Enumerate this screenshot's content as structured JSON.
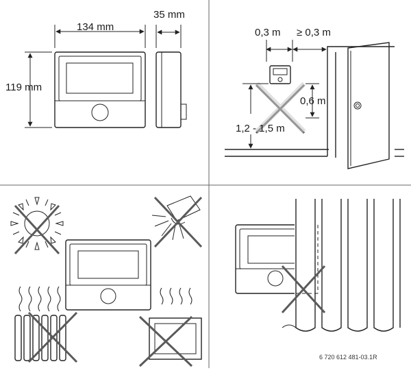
{
  "labels": {
    "width": "134 mm",
    "depth": "35 mm",
    "height": "119 mm",
    "clearance_left": "0,3 m",
    "clearance_right": "≥ 0,3 m",
    "vertical_clearance": "0,6 m",
    "mounting_height": "1,2 - 1,5 m"
  },
  "reference": "6 720 612 481-03.1R",
  "icons": [
    "sun-icon",
    "lamp-icon",
    "radiator-icon",
    "window-icon",
    "curtain-icon",
    "door-icon",
    "x-mark-icon"
  ]
}
